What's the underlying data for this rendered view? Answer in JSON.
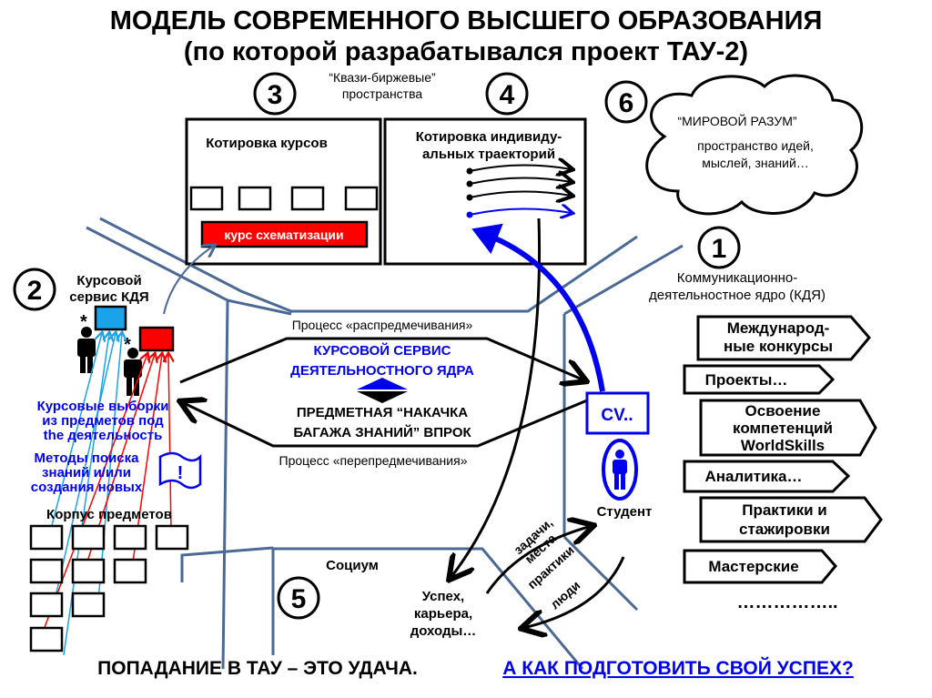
{
  "title": {
    "line1": "МОДЕЛЬ СОВРЕМЕННОГО ВЫСШЕГО ОБРАЗОВАНИЯ",
    "line2": "(по которой разрабатывался проект ТАУ-2)"
  },
  "markers": [
    "1",
    "2",
    "3",
    "4",
    "5",
    "6"
  ],
  "quasi_exchange": {
    "line1": "“Квази-биржевые”",
    "line2": "пространства"
  },
  "course_quotes": {
    "title": "Котировка курсов",
    "highlight": "курс схематизации"
  },
  "trajectory_quotes": {
    "line1": "Котировка индивиду-",
    "line2": "альных траекторий"
  },
  "world_mind": {
    "title": "“МИРОВОЙ РАЗУМ”",
    "line1": "пространство идей,",
    "line2": "мыслей, знаний…"
  },
  "core": {
    "line1": "Коммуникационно-",
    "line2": "деятельностное ядро (КДЯ)"
  },
  "core_items": [
    {
      "lines": [
        "Международ-",
        "ные конкурсы"
      ]
    },
    {
      "lines": [
        "Проекты…"
      ]
    },
    {
      "lines": [
        "Освоение",
        "компетенций",
        "WorldSkills"
      ]
    },
    {
      "lines": [
        "Аналитика…"
      ]
    },
    {
      "lines": [
        "Практики и",
        "стажировки"
      ]
    },
    {
      "lines": [
        "Мастерские"
      ]
    }
  ],
  "core_more": "……………..",
  "course_service": {
    "line1": "Курсовой",
    "line2": "сервис КДЯ",
    "asterisk": "*"
  },
  "selections": {
    "line1": "Курсовые выборки",
    "line2": "из предметов под",
    "line3": "the деятельность"
  },
  "methods": {
    "line1": "Методы поиска",
    "line2": "знаний и/или",
    "line3": "создания новых",
    "icon_mark": "!"
  },
  "corpus": "Корпус предметов",
  "center": {
    "process_top": "Процесс «распредмечивания»",
    "blue1": "КУРСОВОЙ СЕРВИС",
    "blue2": "ДЕЯТЕЛЬНОСТНОГО ЯДРА",
    "black1": "ПРЕДМЕТНАЯ “НАКАЧКА",
    "black2": "БАГАЖА ЗНАНИЙ” ВПРОК",
    "process_bottom": "Процесс «перепредмечивания»"
  },
  "cv": "CV..",
  "student": "Студент",
  "society": "Социум",
  "success": {
    "line1": "Успех,",
    "line2": "карьера,",
    "line3": "доходы…"
  },
  "flows": {
    "tasks1": "задачи,",
    "tasks2": "места",
    "tasks3": "практики",
    "people": "люди"
  },
  "footer": {
    "statement": "ПОПАДАНИЕ В ТАУ – ЭТО УДАЧА.",
    "link": "А КАК ПОДГОТОВИТЬ СВОЙ УСПЕХ?"
  },
  "colors": {
    "blue": "#0000ee",
    "red": "#ff0000",
    "light_blue": "#1aa3e8",
    "road": "#4a6a95"
  }
}
